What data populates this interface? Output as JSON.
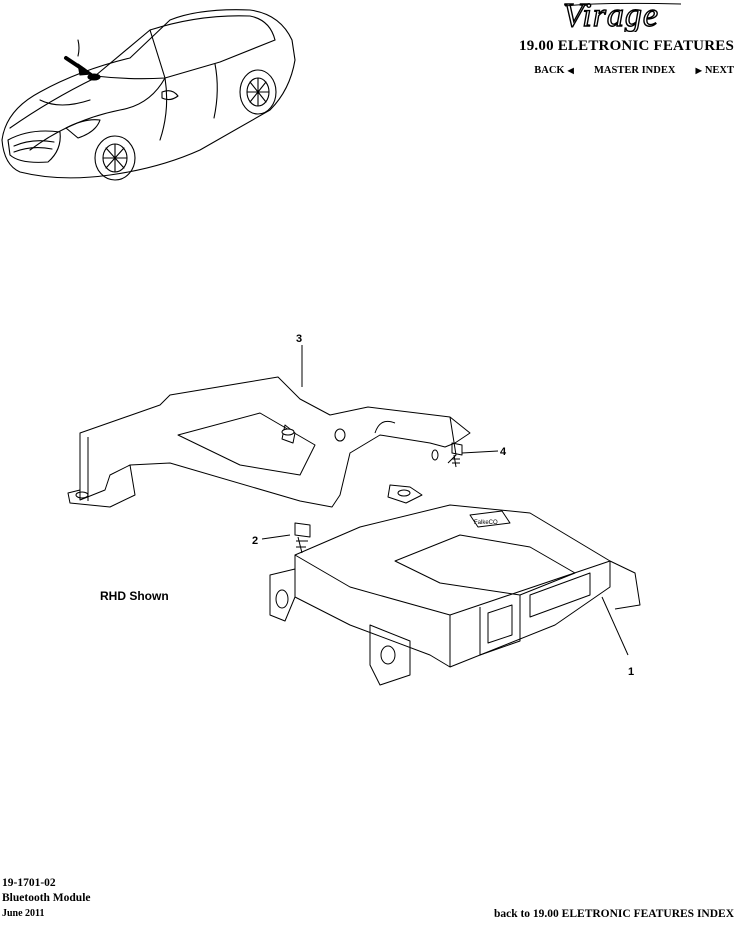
{
  "header": {
    "logo_text": "Virage",
    "section_title": "19.00 ELETRONIC FEATURES",
    "nav": {
      "back": "BACK",
      "master_index": "MASTER INDEX",
      "next": "NEXT"
    }
  },
  "diagram": {
    "callouts": [
      "1",
      "2",
      "3",
      "4"
    ],
    "module_label": "FalkeCO",
    "note": "RHD Shown"
  },
  "footer": {
    "part_number": "19-1701-02",
    "part_name": "Bluetooth Module",
    "date": "June 2011",
    "back_link": "back to 19.00 ELETRONIC FEATURES INDEX"
  }
}
